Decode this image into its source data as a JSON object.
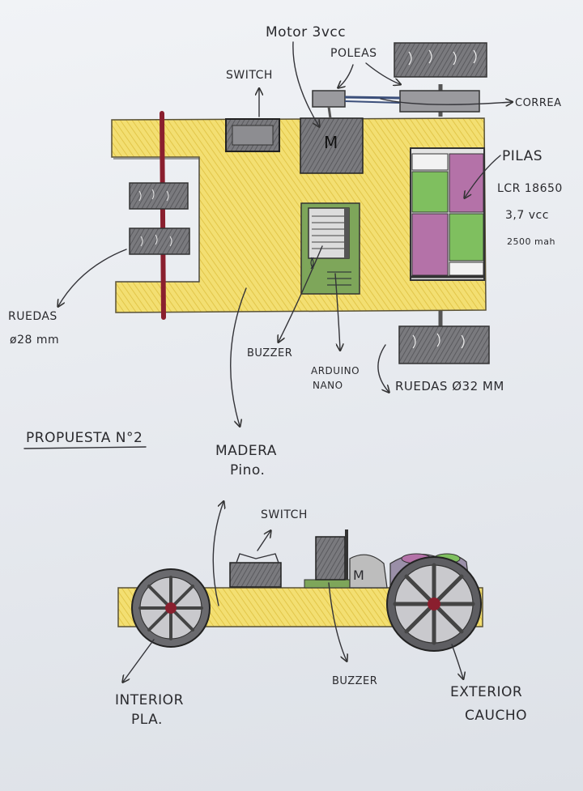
{
  "title": "Propuesta N°2",
  "top_view": {
    "motor_label": "Motor 3vcc",
    "motor_symbol": "M",
    "switch_label": "switch",
    "poleas_label": "Poleas",
    "correa_label": "Correa",
    "pilas_label": "Pilas",
    "pilas_specs": [
      "LCR 18650",
      "3,7 vcc",
      "2500 mah"
    ],
    "ruedas_front_label": "Ruedas",
    "ruedas_front_size": "ø28 mm",
    "ruedas_rear_label": "Ruedas ø32 mm",
    "buzzer_label": "Buzzer",
    "arduino_label_1": "Arduino",
    "arduino_label_2": "Nano",
    "madera_label_1": "Madera",
    "madera_label_2": "Pino."
  },
  "side_view": {
    "switch_label": "switch",
    "motor_symbol": "M",
    "buzzer_label": "Buzzer",
    "interior_label_1": "Interior",
    "interior_label_2": "PLA.",
    "exterior_label_1": "Exterior",
    "exterior_label_2": "Caucho"
  },
  "colors": {
    "wood": "#f2dc6a",
    "wood_edge": "#c9b04a",
    "gray_component": "#6f6f73",
    "green_board": "#7ea65a",
    "battery_green": "#7fbf5f",
    "battery_magenta": "#b472a8",
    "axle_red": "#8a1f2e",
    "belt_blue": "#3b4f7a"
  }
}
